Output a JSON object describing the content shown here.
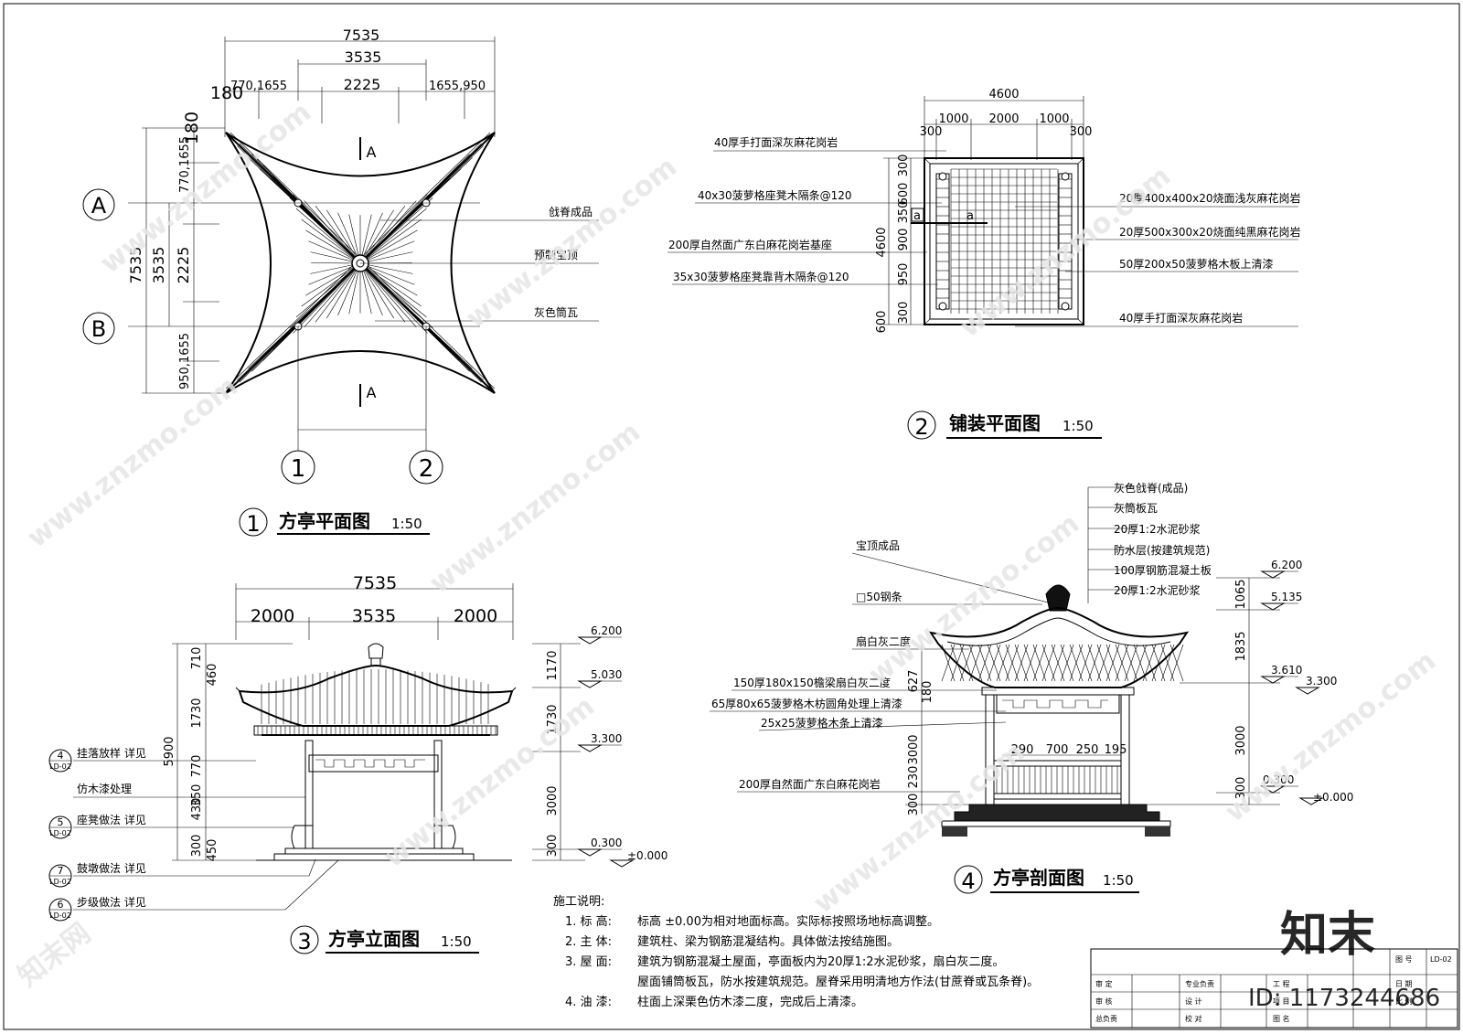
{
  "plan": {
    "title": "方亭平面图",
    "scale": "1:50",
    "index": "1",
    "dim_total_top": "7535",
    "dim_mid_top": "3535",
    "dim_row3": [
      "770,1655",
      "2225",
      "1655,950"
    ],
    "dim_180": "180",
    "dim_left_total": "7535",
    "dim_left_mid": "3535",
    "dim_left_2225": "2225",
    "dim_left_top": "770,1655",
    "dim_left_bot": "950,1655",
    "dim_left_180": "180",
    "section_mark": "A",
    "axis_a": "A",
    "axis_b": "B",
    "axis_1": "1",
    "axis_2": "2",
    "labels": [
      "戗脊成品",
      "预制宝顶",
      "灰色筒瓦"
    ]
  },
  "paving": {
    "title": "铺装平面图",
    "scale": "1:50",
    "index": "2",
    "dim_top": "4600",
    "dim_top_row": [
      "300",
      "1000",
      "2000",
      "1000",
      "300"
    ],
    "dim_left": "4600",
    "dim_left_parts": [
      "300",
      "600",
      "350",
      "900",
      "950",
      "600",
      "300"
    ],
    "mark_a": "a",
    "labels_left": [
      "40厚手打面深灰麻花岗岩",
      "40x30菠萝格座凳木隔条@120",
      "200厚自然面广东白麻花岗岩基座",
      "35x30菠萝格座凳靠背木隔条@120"
    ],
    "labels_right": [
      "20厚400x400x20烧面浅灰麻花岗岩",
      "20厚500x300x20烧面纯黑麻花岗岩",
      "50厚200x50菠萝格木板上清漆",
      "40厚手打面深灰麻花岗岩"
    ]
  },
  "elevation": {
    "title": "方亭立面图",
    "scale": "1:50",
    "index": "3",
    "dim_top": "7535",
    "dim_row": [
      "2000",
      "3535",
      "2000"
    ],
    "left_dims": [
      "710",
      "460",
      "1730",
      "770",
      "430",
      "350",
      "5900",
      "300",
      "450"
    ],
    "right_dims": [
      "1170",
      "1730",
      "3000",
      "300"
    ],
    "levels": [
      "6.200",
      "5.030",
      "3.300",
      "0.300",
      "±0.000"
    ],
    "callouts": [
      {
        "num": "4",
        "sheet": "LD-02",
        "text": "挂落放样  详见"
      },
      {
        "num": "",
        "sheet": "",
        "text": "仿木漆处理"
      },
      {
        "num": "5",
        "sheet": "LD-02",
        "text": "座凳做法  详见"
      },
      {
        "num": "7",
        "sheet": "LD-02",
        "text": "鼓墩做法  详见"
      },
      {
        "num": "6",
        "sheet": "LD-02",
        "text": "步级做法  详见"
      }
    ]
  },
  "section": {
    "title": "方亭剖面图",
    "scale": "1:50",
    "index": "4",
    "labels_top": [
      "灰色戗脊(成品)",
      "灰筒板瓦",
      "20厚1:2水泥砂浆",
      "防水层(按建筑规范)",
      "100厚钢筋混凝土板",
      "20厚1:2水泥砂浆"
    ],
    "labels_left": [
      "宝顶成品",
      "□50钢条",
      "扇白灰二度",
      "150厚180x150檐梁扇白灰二度",
      "65厚80x65菠萝格木枋圆角处理上清漆",
      "25x25菠萝格木条上清漆",
      "200厚自然面广东白麻花岗岩"
    ],
    "left_dims": [
      "627",
      "180",
      "3000",
      "230",
      "300"
    ],
    "inner_dims": [
      "290",
      "700",
      "250",
      "195"
    ],
    "right_dims": [
      "1065",
      "1835",
      "3000",
      "300"
    ],
    "levels": [
      "6.200",
      "5.135",
      "3.610",
      "3.300",
      "0.300",
      "±0.000"
    ]
  },
  "notes": {
    "heading": "施工说明:",
    "items": [
      {
        "label": "1. 标  高:",
        "text": "标高 ±0.00为相对地面标高。实际标按照场地标高调整。"
      },
      {
        "label": "2. 主  体:",
        "text": "建筑柱、梁为钢筋混凝结构。具体做法按结施图。"
      },
      {
        "label": "3. 屋  面:",
        "text": "建筑为钢筋混凝土屋面，亭面板内为20厚1:2水泥砂浆，扇白灰二度。"
      },
      {
        "label": "",
        "text": "屋面铺筒板瓦，防水按建筑规范。屋脊采用明清地方作法(甘蔗脊或瓦条脊)。"
      },
      {
        "label": "4. 油  漆:",
        "text": "柱面上深栗色仿木漆二度，完成后上清漆。"
      }
    ]
  },
  "title_block": {
    "cells": [
      "审 定",
      "审 核",
      "总负责",
      "专业负责",
      "设 计",
      "校 对",
      "工 程",
      "项 目",
      "图 名",
      "图 号",
      "日 期",
      "比 例",
      "LD-02"
    ]
  },
  "watermark": {
    "brand": "知末",
    "id": "ID: 1173244686",
    "site": "www.znzmo.com",
    "cn": "知末网"
  }
}
